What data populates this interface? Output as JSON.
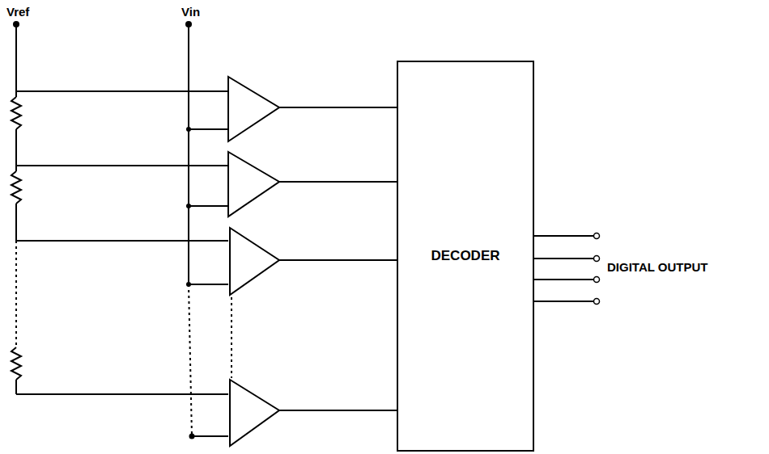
{
  "diagram": {
    "nodes": [
      {
        "text": [
          "DECODER"
        ]
      }
    ],
    "labels": [
      "Vref",
      "Vin",
      "DIGITAL OUTPUT"
    ]
  }
}
